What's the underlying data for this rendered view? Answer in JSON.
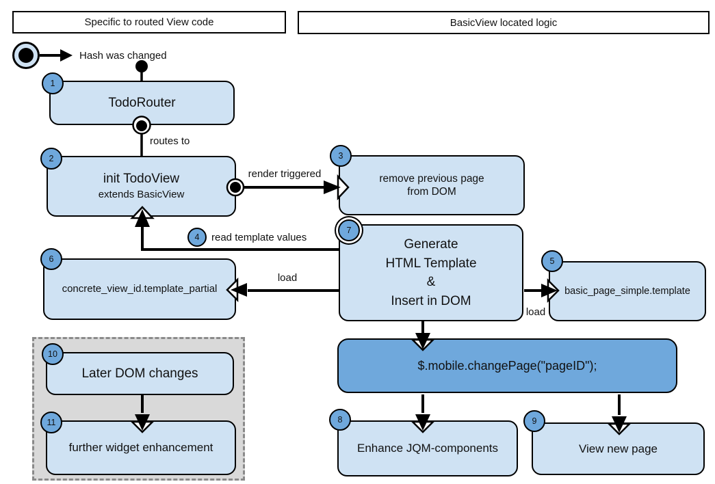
{
  "headers": {
    "left": "Specific to routed View code",
    "right": "BasicView located logic"
  },
  "edges": {
    "hash_changed": {
      "label": "Hash was changed"
    },
    "routes_to": {
      "label": "routes to"
    },
    "render_triggered": {
      "label": "render triggered"
    },
    "read_template_values": {
      "num": "4",
      "label": "read template values"
    },
    "load_to_partial": {
      "label": "load"
    },
    "load_to_template": {
      "label": "load"
    }
  },
  "nodes": {
    "todo_router": {
      "num": "1",
      "title": "TodoRouter"
    },
    "init_todo_view": {
      "num": "2",
      "title": "init TodoView",
      "subtitle": "extends BasicView"
    },
    "remove_previous_page": {
      "num": "3",
      "line1": "remove previous page",
      "line2": "from DOM"
    },
    "basic_page_template": {
      "num": "5",
      "title": "basic_page_simple.template"
    },
    "concrete_view_partial": {
      "num": "6",
      "title": "concrete_view_id.template_partial"
    },
    "generate_template": {
      "num": "7",
      "line1": "Generate",
      "line2": "HTML Template",
      "line3": "&",
      "line4": "Insert in DOM"
    },
    "change_page": {
      "title": "$.mobile.changePage(\"pageID\");"
    },
    "enhance_jqm": {
      "num": "8",
      "title": "Enhance JQM-components"
    },
    "view_new_page": {
      "num": "9",
      "title": "View new page"
    },
    "later_dom_changes": {
      "num": "10",
      "title": "Later DOM changes"
    },
    "further_widget_enhancement": {
      "num": "11",
      "title": "further widget enhancement"
    }
  },
  "colors": {
    "box_fill": "#cfe2f3",
    "accent_fill": "#6fa8dc",
    "badge_fill": "#6fa8dc",
    "container_fill": "#d9d9d9",
    "line_color": "#000000"
  }
}
